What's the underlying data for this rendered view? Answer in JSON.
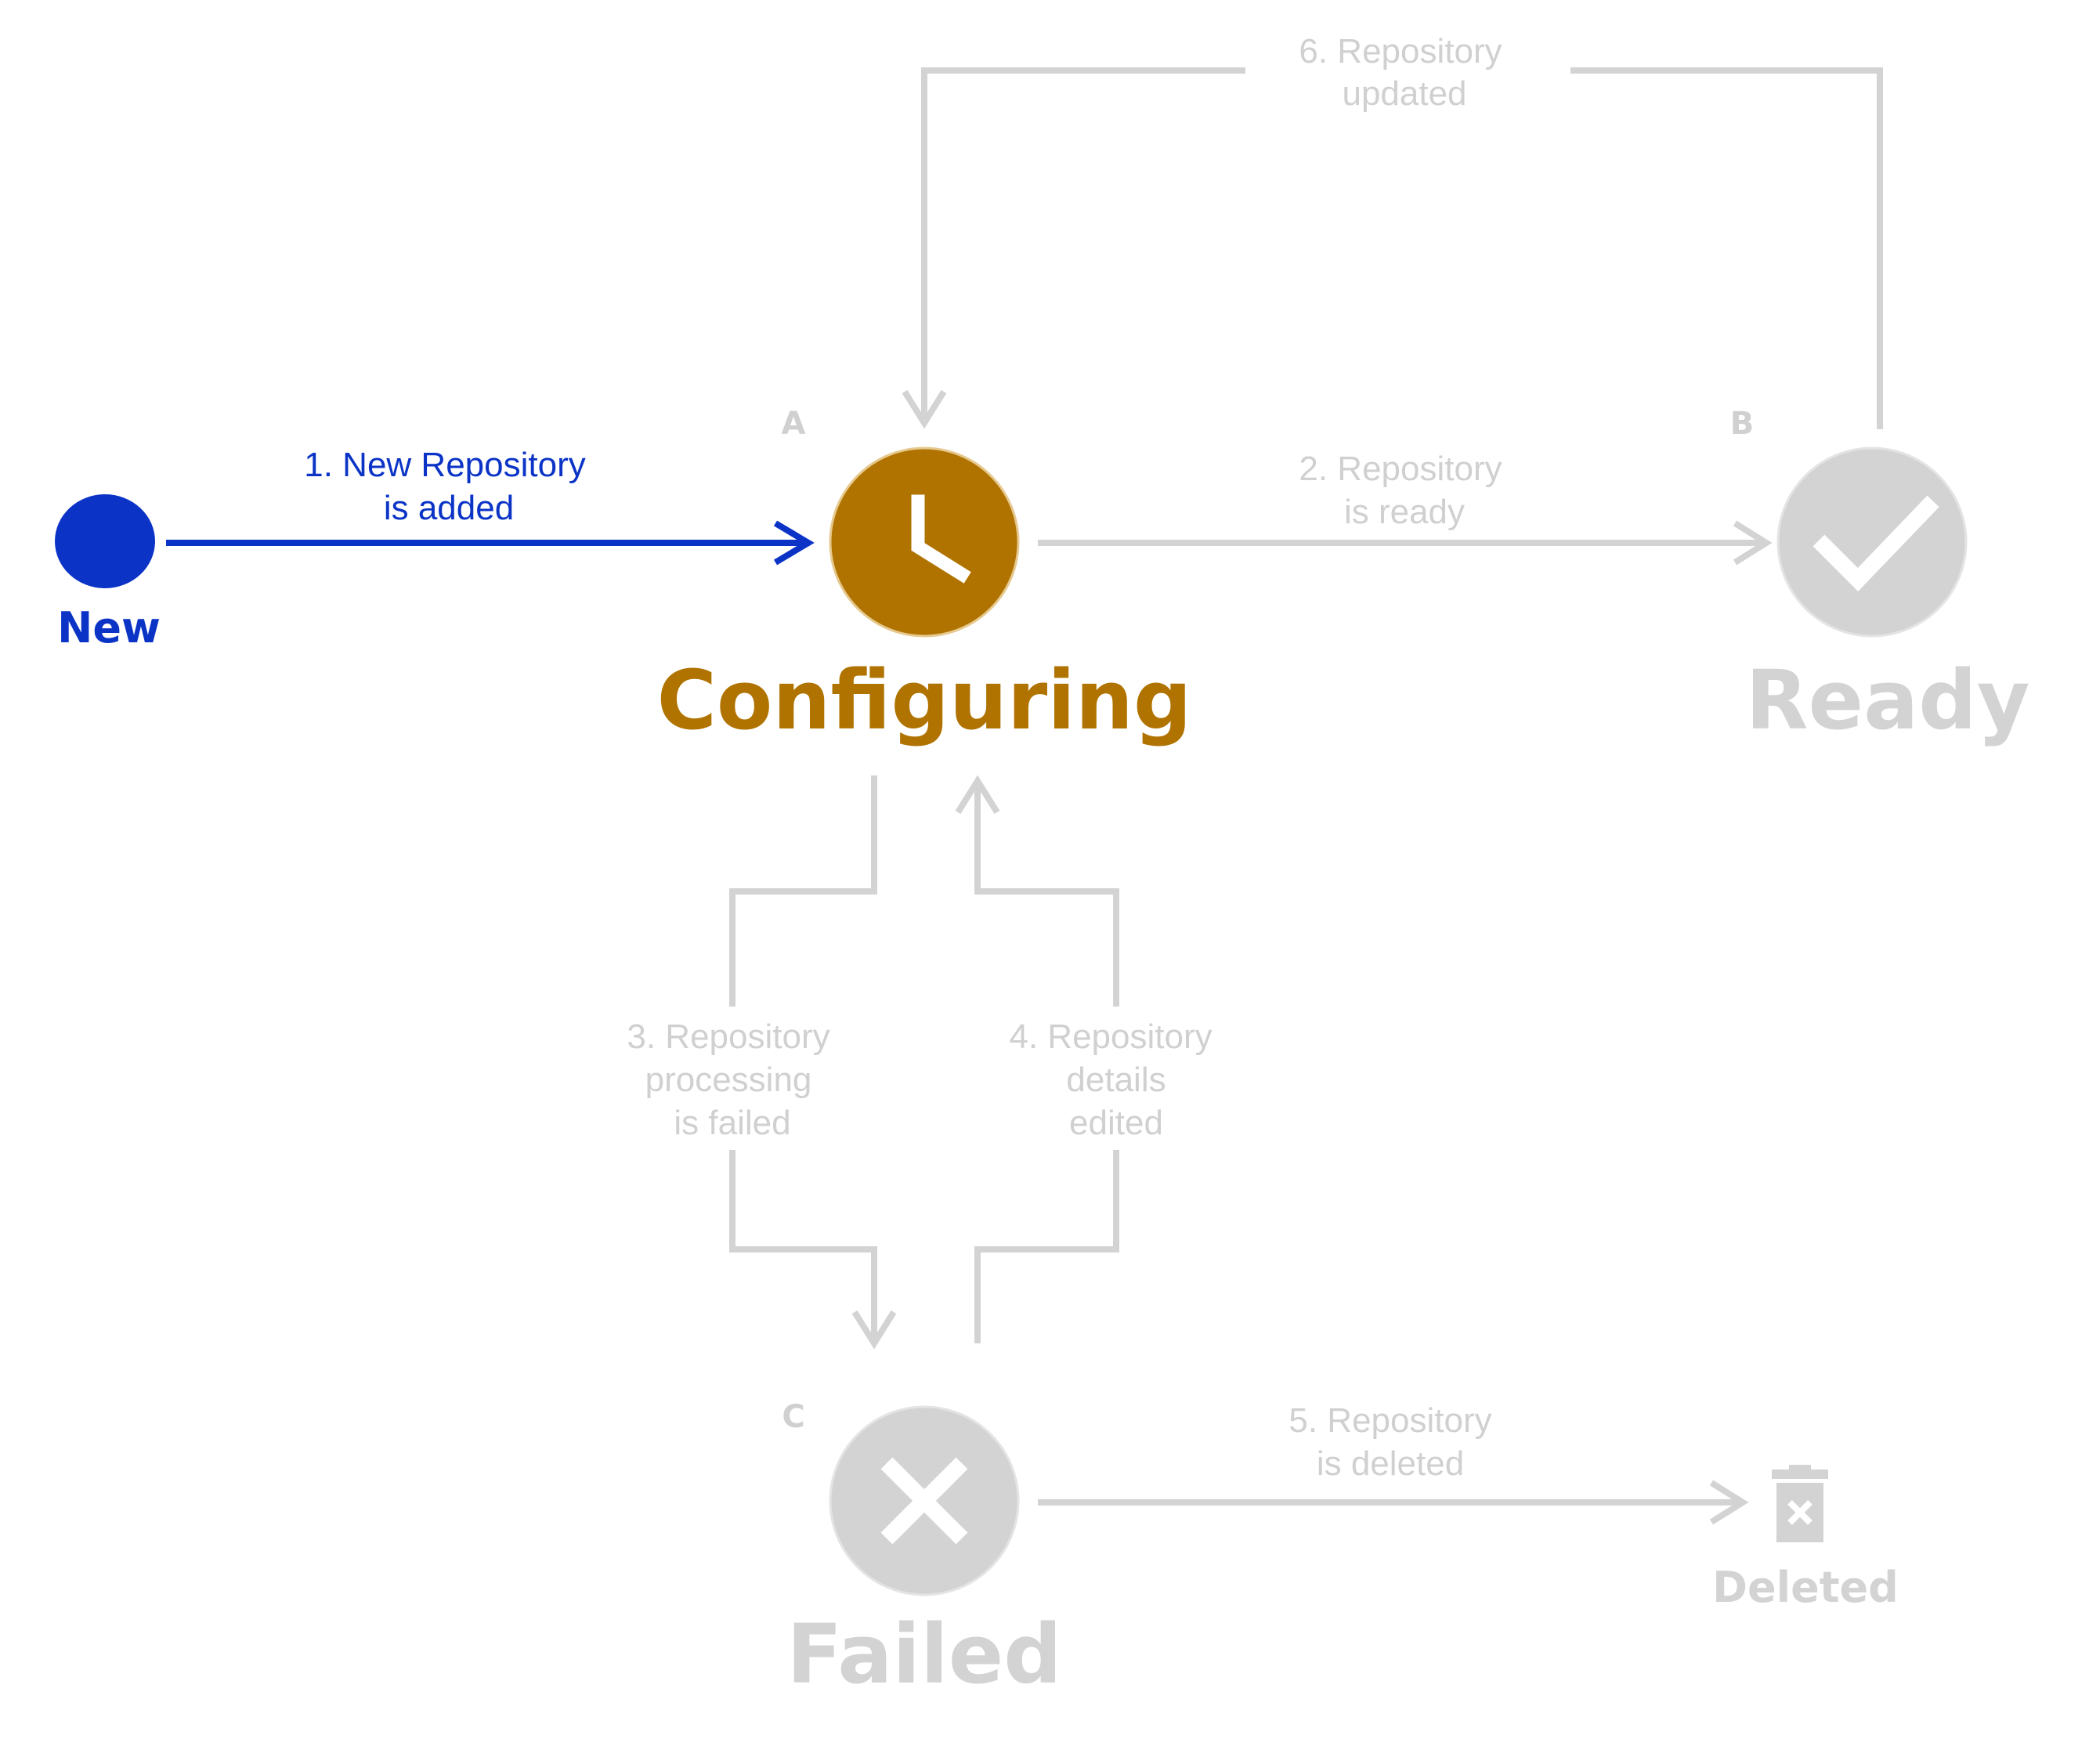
{
  "colors": {
    "active_blue": "#0b34c7",
    "active_gold": "#b07300",
    "inactive_gray": "#d3d3d3",
    "text_gray": "#d0d0d0",
    "white": "#ffffff"
  },
  "states": {
    "new": {
      "label": "New"
    },
    "configuring": {
      "letter": "A",
      "label": "Configuring",
      "icon": "clock-icon"
    },
    "ready": {
      "letter": "B",
      "label": "Ready",
      "icon": "checkmark-icon"
    },
    "failed": {
      "letter": "C",
      "label": "Failed",
      "icon": "x-icon"
    },
    "deleted": {
      "label": "Deleted",
      "icon": "trash-icon"
    }
  },
  "transitions": {
    "t1": {
      "line1": "1. New Repository",
      "line2": "is added"
    },
    "t2": {
      "line1": "2. Repository",
      "line2": "is ready"
    },
    "t3": {
      "line1": "3. Repository",
      "line2": "processing",
      "line3": "is failed"
    },
    "t4": {
      "line1": "4. Repository",
      "line2": "details",
      "line3": "edited"
    },
    "t5": {
      "line1": "5. Repository",
      "line2": "is deleted"
    },
    "t6": {
      "line1": "6. Repository",
      "line2": "updated"
    }
  }
}
